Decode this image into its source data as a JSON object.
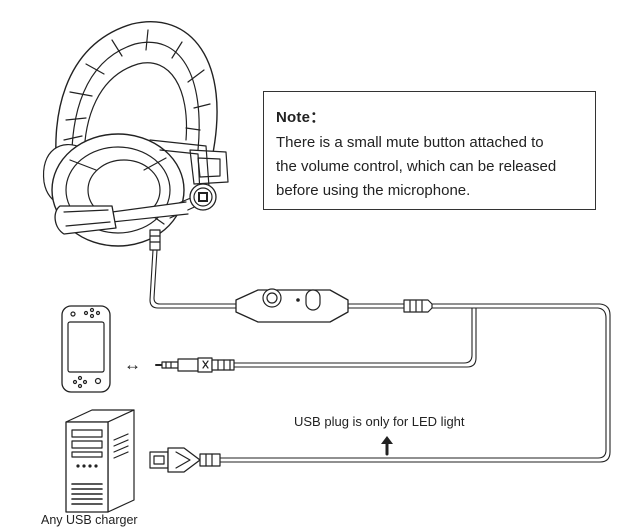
{
  "note": {
    "title": "Note：",
    "lines": [
      "There is a small mute button attached to",
      "the volume control, which can be released",
      "before using the microphone."
    ]
  },
  "usb_caption": "USB plug is only for LED light",
  "charger_label": "Any USB charger",
  "swap_arrow_glyph": "↔",
  "icons": {
    "headset": "gaming-headset-icon",
    "console": "handheld-console-icon",
    "computer": "desktop-tower-icon",
    "jack": "audio-jack-icon",
    "usb": "usb-plug-icon",
    "arrow": "up-arrow-icon"
  }
}
